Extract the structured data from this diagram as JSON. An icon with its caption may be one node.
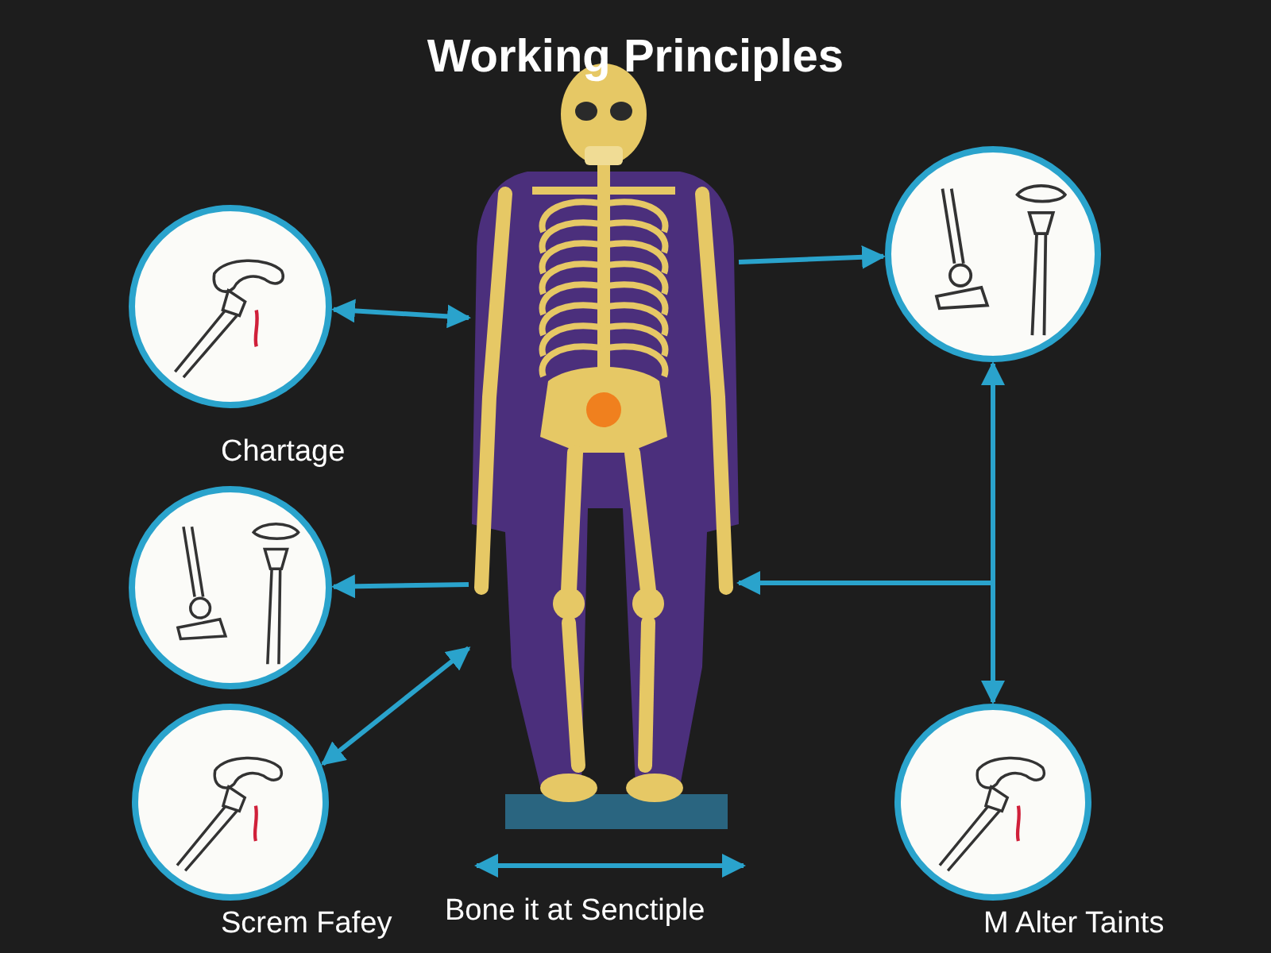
{
  "diagram": {
    "title": "Working Principles",
    "nodes": [
      {
        "text": [],
        "shape": "picture"
      },
      {
        "text": [],
        "shape": "picture"
      },
      {
        "text": [],
        "shape": "picture"
      },
      {
        "text": [
          "Chartage"
        ]
      },
      {
        "text": [
          "Screm Fafey"
        ]
      },
      {
        "text": [
          "M Alter Taints"
        ]
      }
    ],
    "edges": [
      {
        "from": 0,
        "to": 1,
        "arrow": "both"
      },
      {
        "from": 1,
        "to": 2,
        "arrow": "to"
      },
      {
        "from": 1,
        "to": 3,
        "arrow": "to"
      },
      {
        "from": 4,
        "to": 1,
        "arrow": "both"
      },
      {
        "from": null,
        "to": 2,
        "arrow": "to"
      },
      {
        "from": null,
        "to": 5,
        "arrow": "to"
      },
      {
        "from": null,
        "to": 1,
        "arrow": "to"
      }
    ],
    "labels": [
      "Bone it at Senctiple"
    ]
  }
}
